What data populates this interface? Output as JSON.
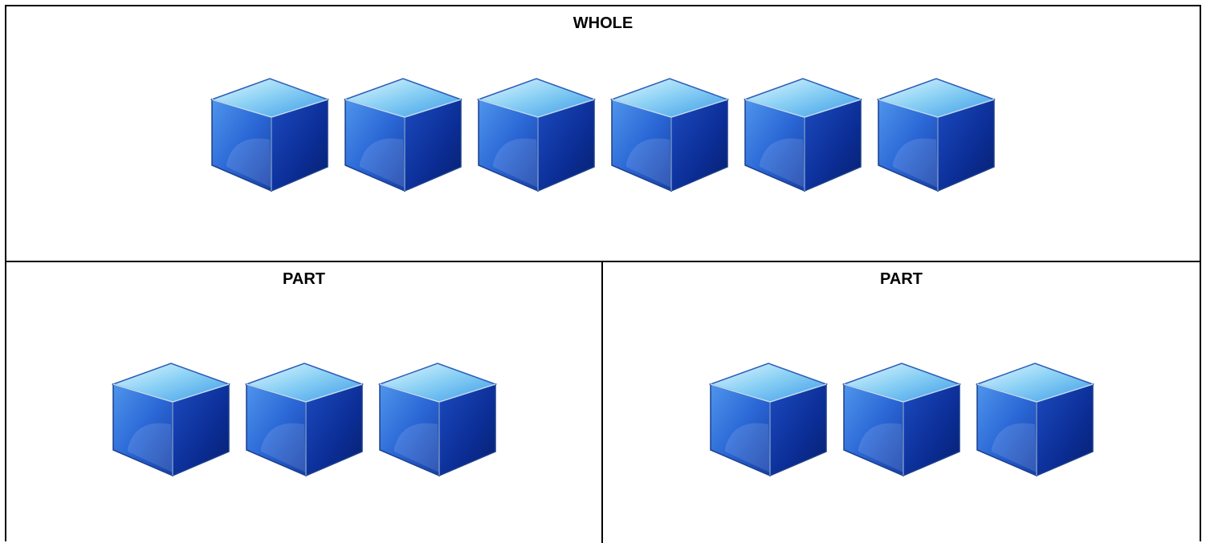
{
  "whole": {
    "label": "WHOLE",
    "cube_count": 6
  },
  "parts": [
    {
      "label": "PART",
      "cube_count": 3
    },
    {
      "label": "PART",
      "cube_count": 3
    }
  ],
  "colors": {
    "cube_top": "#8fd3f5",
    "cube_left": "#3a7de0",
    "cube_right": "#0a2f9a",
    "cube_edge": "#1c3f8c",
    "border": "#000000"
  },
  "icons": {
    "cube": "blue-cube-icon"
  }
}
